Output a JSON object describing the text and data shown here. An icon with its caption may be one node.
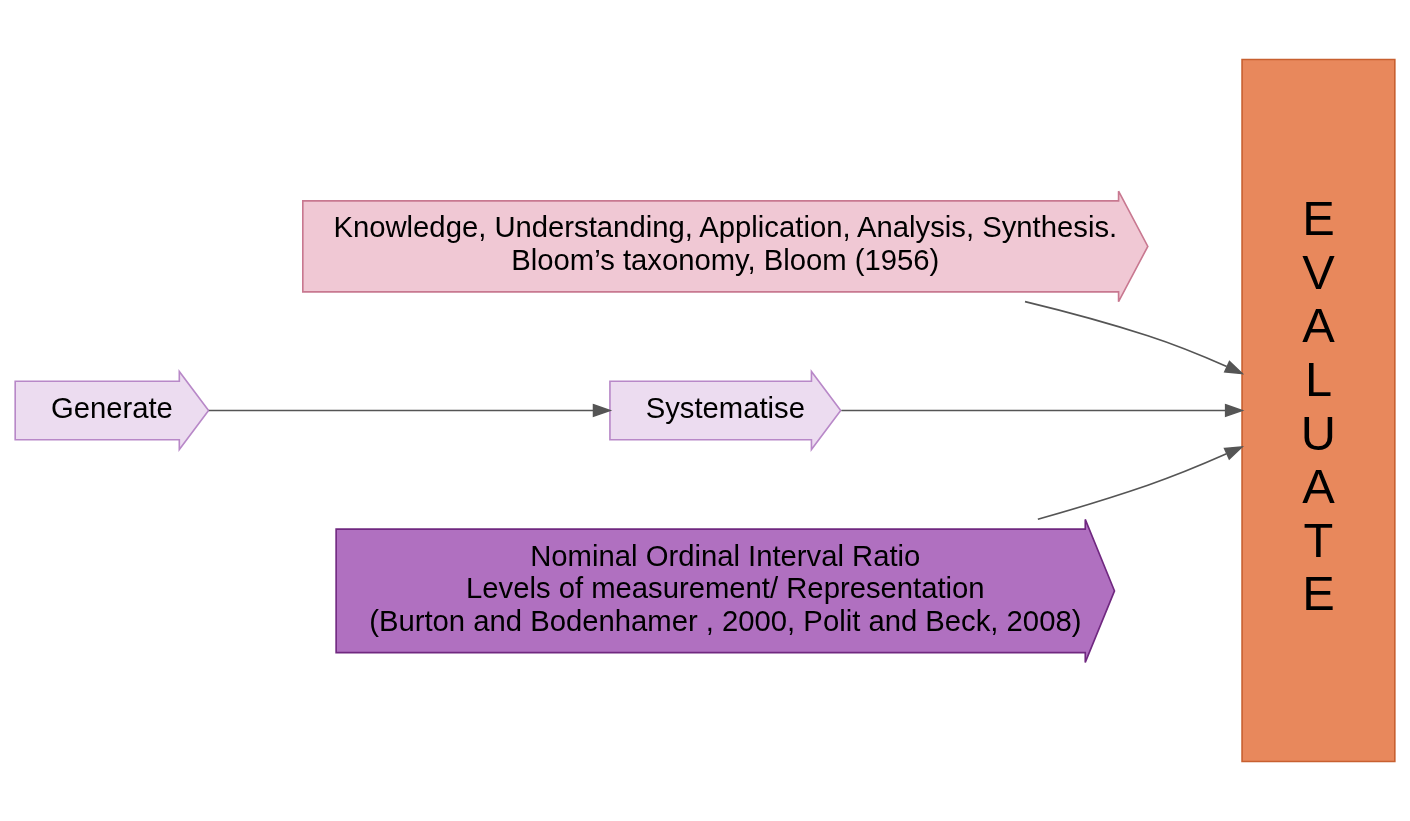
{
  "diagram": {
    "nodes": [
      {
        "text": [
          "Knowledge, Understanding, Application, Analysis, Synthesis.",
          "Bloom’s taxonomy, Bloom (1956)"
        ]
      },
      {
        "text": [
          "Generate"
        ]
      },
      {
        "text": [
          "Systematise"
        ]
      },
      {
        "text": [
          "Nominal Ordinal Interval Ratio",
          "Levels of measurement/ Representation",
          "(Burton and Bodenhamer , 2000, Polit and Beck, 2008)"
        ]
      },
      {
        "text": [
          "EVALUATE"
        ]
      }
    ],
    "edges": [
      {
        "from": 0,
        "to": 4,
        "arrow": "to"
      },
      {
        "from": 1,
        "to": 2,
        "arrow": "to"
      },
      {
        "from": 2,
        "to": 4,
        "arrow": "to"
      },
      {
        "from": 3,
        "to": 4,
        "arrow": "to"
      }
    ]
  }
}
